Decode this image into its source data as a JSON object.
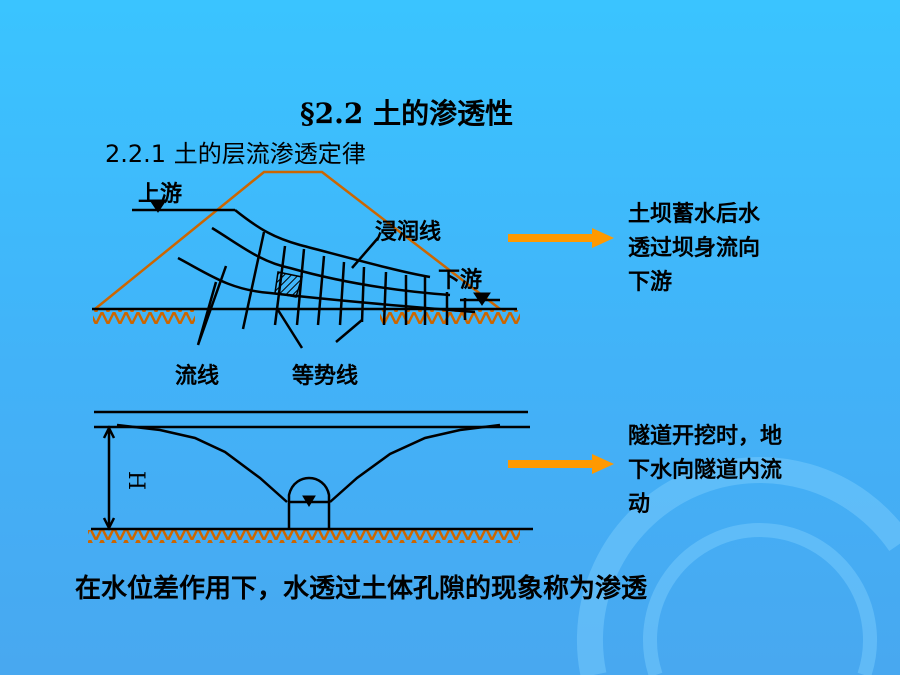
{
  "title": "§2.2  土的渗透性",
  "subtitle": "2.2.1 土的层流渗透定律",
  "dam_diagram": {
    "upstream": "上游",
    "downstream": "下游",
    "phreatic_line": "浸润线",
    "flow_lines": "流线",
    "equipotential_lines": "等势线"
  },
  "dam_note": [
    "土坝蓄水后水",
    "透过坝身流向",
    "下游"
  ],
  "tunnel_diagram": {
    "height_label": "H"
  },
  "tunnel_note": [
    "隧道开挖时，地",
    "下水向隧道内流",
    "动"
  ],
  "conclusion": "在水位差作用下，水透过土体孔隙的现象称为渗透",
  "colors": {
    "accent": "#ff9900",
    "dam": "#cc6600",
    "line": "#000000"
  }
}
